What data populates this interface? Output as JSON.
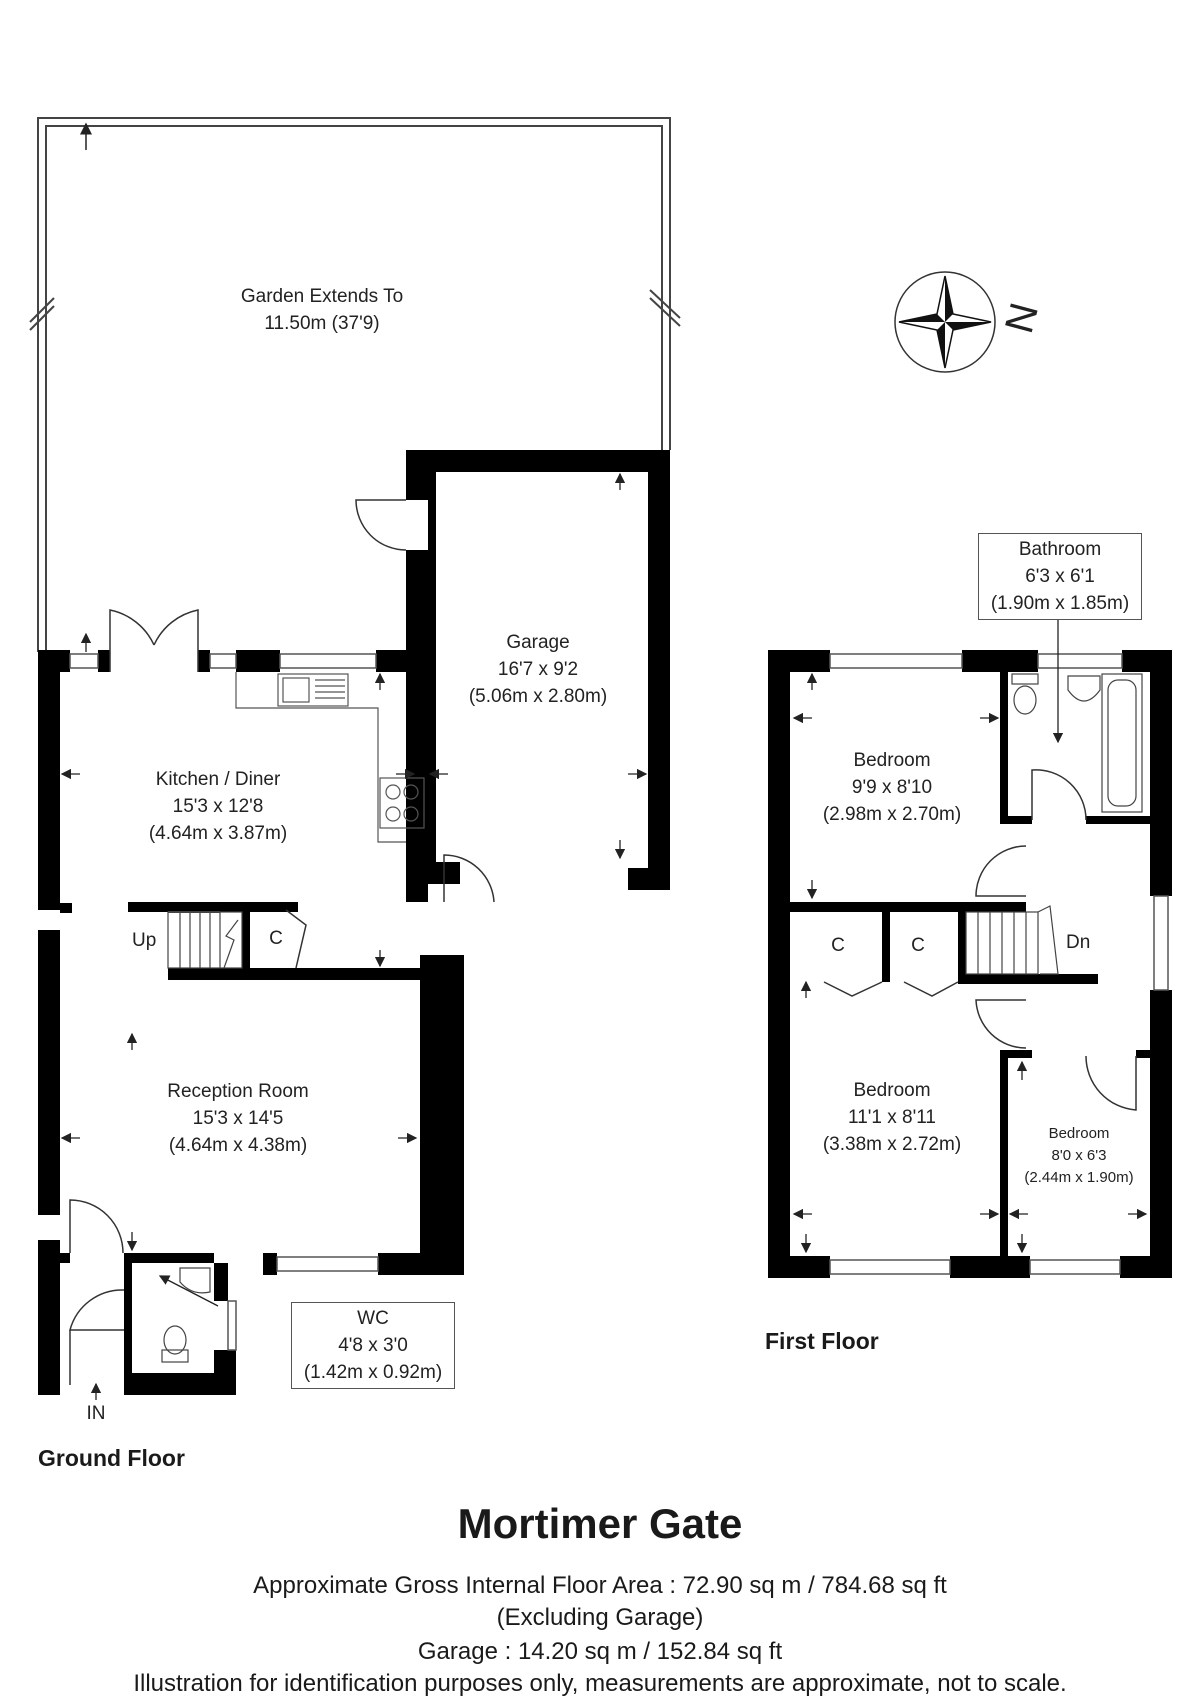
{
  "rooms": {
    "garden": {
      "name": "Garden Extends To",
      "size": "11.50m (37'9)"
    },
    "garage": {
      "name": "Garage",
      "imperial": "16'7 x 9'2",
      "metric": "(5.06m x 2.80m)"
    },
    "kitchen": {
      "name": "Kitchen / Diner",
      "imperial": "15'3 x 12'8",
      "metric": "(4.64m x 3.87m)"
    },
    "reception": {
      "name": "Reception Room",
      "imperial": "15'3 x 14'5",
      "metric": "(4.64m x 4.38m)"
    },
    "wc": {
      "name": "WC",
      "imperial": "4'8 x 3'0",
      "metric": "(1.42m x 0.92m)"
    },
    "bathroom": {
      "name": "Bathroom",
      "imperial": "6'3 x 6'1",
      "metric": "(1.90m x 1.85m)"
    },
    "bedroom1": {
      "name": "Bedroom",
      "imperial": "9'9 x 8'10",
      "metric": "(2.98m x 2.70m)"
    },
    "bedroom2": {
      "name": "Bedroom",
      "imperial": "11'1 x 8'11",
      "metric": "(3.38m x 2.72m)"
    },
    "bedroom3": {
      "name": "Bedroom",
      "imperial": "8'0 x 6'3",
      "metric": "(2.44m x 1.90m)"
    }
  },
  "markers": {
    "up": "Up",
    "down": "Dn",
    "cupboard": "C",
    "entrance": "IN",
    "north": "N"
  },
  "floors": {
    "ground": "Ground Floor",
    "first": "First Floor"
  },
  "title": "Mortimer Gate",
  "footer": {
    "area": "Approximate Gross Internal Floor Area : 72.90 sq m / 784.68 sq ft",
    "excluding": "(Excluding Garage)",
    "garage": "Garage : 14.20 sq m / 152.84 sq ft",
    "disclaimer": "Illustration for identification purposes only, measurements are approximate, not to scale."
  }
}
